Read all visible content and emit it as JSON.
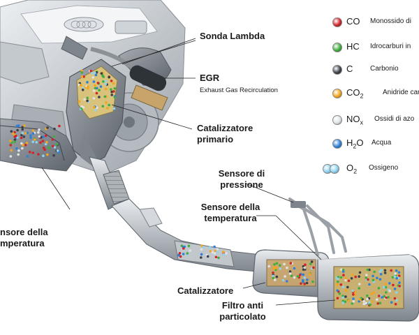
{
  "labels": {
    "sonda_lambda": "Sonda Lambda",
    "egr": "EGR",
    "egr_full": "Exhaust Gas Recirculation",
    "catalizzatore_primario_1": "Catalizzatore",
    "catalizzatore_primario_2": "primario",
    "sensore_pressione_1": "Sensore di",
    "sensore_pressione_2": "pressione",
    "sensore_temp_right_1": "Sensore della",
    "sensore_temp_right_2": "temperatura",
    "sensore_temp_left_1": "nsore della",
    "sensore_temp_left_2": "mperatura",
    "catalizzatore": "Catalizzatore",
    "filtro_1": "Filtro anti",
    "filtro_2": "particolato"
  },
  "legend": [
    {
      "sym": "CO",
      "sub": "",
      "pre": "",
      "name": "Monossido di",
      "color": "#d0242a"
    },
    {
      "sym": "HC",
      "sub": "",
      "pre": "",
      "name": "Idrocarburi in",
      "color": "#3fae3f"
    },
    {
      "sym": "C",
      "sub": "",
      "pre": "",
      "name": "Carbonio",
      "color": "#3a4048"
    },
    {
      "sym": "CO",
      "sub": "2",
      "pre": "",
      "name": "Anidride carb",
      "color": "#f2a51e"
    },
    {
      "sym": "NO",
      "sub": "x",
      "pre": "",
      "name": "Ossidi di azo",
      "color": "#dfe3e6"
    },
    {
      "sym": "H",
      "sub": "2",
      "post": "O",
      "name": "Acqua",
      "color": "#2f7fd6"
    },
    {
      "sym": "O",
      "sub": "2",
      "pre": "",
      "name": "Ossigeno",
      "color": "#8fd3ef",
      "double": true
    }
  ]
}
